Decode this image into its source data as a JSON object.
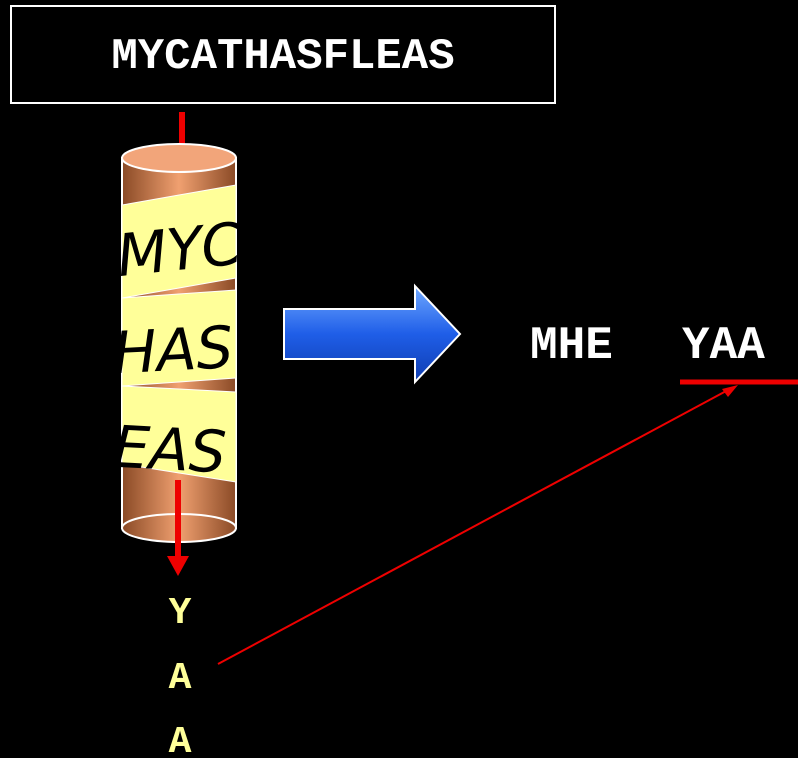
{
  "plaintext": "MYCATHASFLEAS",
  "scytale": {
    "rows": [
      "MYC",
      "HAS",
      "EAS"
    ]
  },
  "output_column": [
    "Y",
    "A",
    "A"
  ],
  "ciphertext": {
    "segment1": "MHE",
    "segment2": "YAA"
  },
  "colors": {
    "background": "#000000",
    "arrow_red": "#ee0000",
    "arrow_blue": "#2f6ff0",
    "parchment": "#ffff99",
    "rod": "#c87a4f",
    "output_text": "#ffff99",
    "text": "#ffffff"
  }
}
